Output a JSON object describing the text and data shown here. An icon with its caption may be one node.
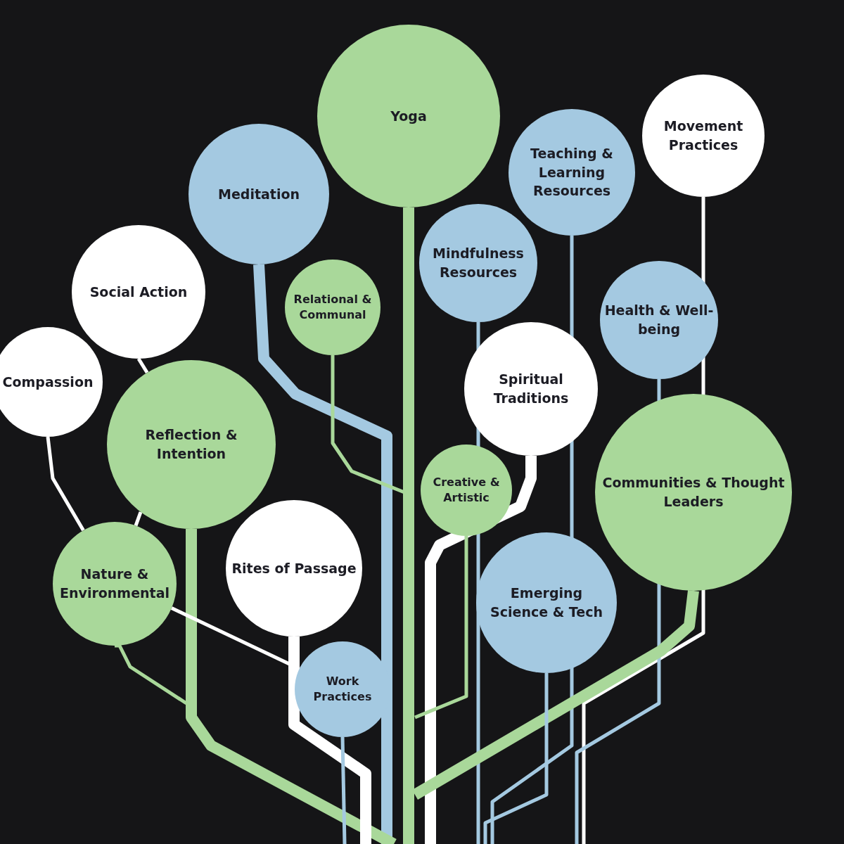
{
  "diagram": {
    "nodes": [
      {
        "text": [
          "Yoga"
        ]
      },
      {
        "text": [
          "Movement Practices"
        ]
      },
      {
        "text": [
          "Teaching & Learning Resources"
        ]
      },
      {
        "text": [
          "Meditation"
        ]
      },
      {
        "text": [
          "Mindfulness Resources"
        ]
      },
      {
        "text": [
          "Social Action"
        ]
      },
      {
        "text": [
          "Relational & Communal"
        ]
      },
      {
        "text": [
          "Health & Well-being"
        ]
      },
      {
        "text": [
          "Compassion"
        ]
      },
      {
        "text": [
          "Spiritual Traditions"
        ]
      },
      {
        "text": [
          "Reflection & Intention"
        ]
      },
      {
        "text": [
          "Creative & Artistic"
        ]
      },
      {
        "text": [
          "Communities & Thought Leaders"
        ]
      },
      {
        "text": [
          "Nature & Environmental"
        ]
      },
      {
        "text": [
          "Rites of Passage"
        ]
      },
      {
        "text": [
          "Emerging Science & Tech"
        ]
      },
      {
        "text": [
          "Work Practices"
        ]
      }
    ],
    "edges": [
      {
        "from": 0,
        "to": null,
        "arrow": "none",
        "style": "thick",
        "color": "#a9d89a"
      },
      {
        "from": 1,
        "to": null,
        "arrow": "none",
        "color": "#ffffff"
      },
      {
        "from": 2,
        "to": null,
        "arrow": "none",
        "color": "#a4c9e1"
      },
      {
        "from": 3,
        "to": null,
        "arrow": "none",
        "style": "thick",
        "color": "#a4c9e1"
      },
      {
        "from": 4,
        "to": null,
        "arrow": "none",
        "color": "#a4c9e1"
      },
      {
        "from": 5,
        "to": 10,
        "arrow": "none",
        "color": "#ffffff"
      },
      {
        "from": 6,
        "to": null,
        "arrow": "none",
        "color": "#a9d89a"
      },
      {
        "from": 7,
        "to": null,
        "arrow": "none",
        "color": "#a4c9e1"
      },
      {
        "from": 8,
        "to": 13,
        "arrow": "none",
        "color": "#ffffff"
      },
      {
        "from": 9,
        "to": null,
        "arrow": "none",
        "style": "thick",
        "color": "#ffffff"
      },
      {
        "from": 10,
        "to": null,
        "arrow": "none",
        "style": "thick",
        "color": "#a9d89a"
      },
      {
        "from": 11,
        "to": null,
        "arrow": "none",
        "color": "#a9d89a"
      },
      {
        "from": 12,
        "to": null,
        "arrow": "none",
        "style": "thick",
        "color": "#a9d89a"
      },
      {
        "from": 13,
        "to": null,
        "arrow": "none",
        "color": "#a9d89a"
      },
      {
        "from": 14,
        "to": null,
        "arrow": "none",
        "style": "thick",
        "color": "#ffffff"
      },
      {
        "from": 15,
        "to": null,
        "arrow": "none",
        "color": "#a4c9e1"
      },
      {
        "from": 16,
        "to": null,
        "arrow": "none",
        "color": "#a4c9e1"
      },
      {
        "from": 10,
        "to": 13,
        "arrow": "none",
        "color": "#ffffff"
      },
      {
        "from": 13,
        "to": 16,
        "arrow": "none",
        "color": "#ffffff"
      }
    ]
  }
}
